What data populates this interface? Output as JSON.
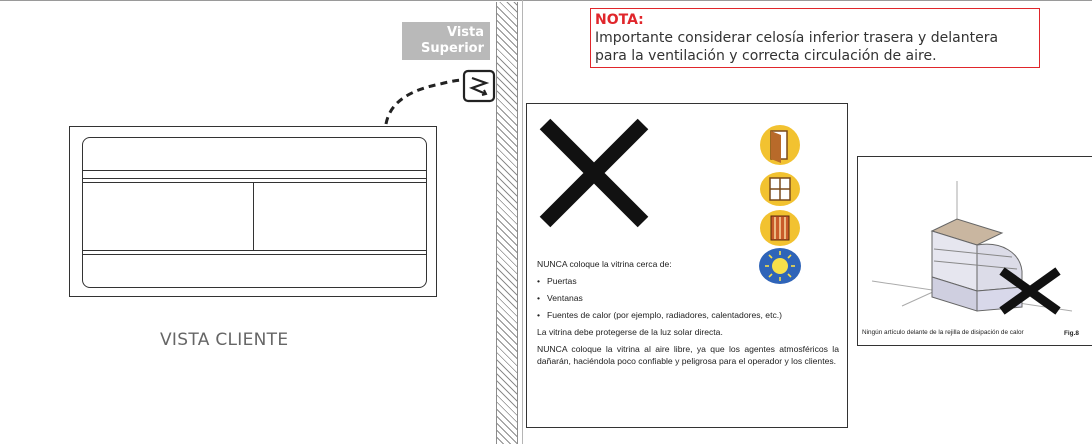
{
  "top_view_badge": {
    "line1": "Vista",
    "line2": "Superior"
  },
  "client_view_label": "VISTA CLIENTE",
  "note": {
    "title": "NOTA:",
    "line1": "Importante considerar celosía inferior trasera y delantera",
    "line2": "para la ventilación y correcta circulación de aire."
  },
  "placement_card": {
    "heading": "NUNCA coloque la vitrina cerca de:",
    "items": [
      "Puertas",
      "Ventanas",
      "Fuentes de calor (por ejemplo, radiadores, calentadores, etc.)"
    ],
    "line_sun": "La vitrina debe protegerse de la luz solar directa.",
    "line_outdoor": "NUNCA coloque la vitrina al aire libre, ya que los agentes atmosféricos la dañarán, haciéndola poco confiable y peligrosa para el operador y los clientes."
  },
  "ventilation_card": {
    "caption": "Ningún artículo delante de la rejilla de disipación de calor",
    "figure_label": "Fig.8"
  },
  "colors": {
    "note_border": "#e0262b",
    "badge_bg": "#b9b9b9",
    "icon_yellow": "#f2c230",
    "icon_blue": "#2f64b8"
  },
  "icons": [
    "door-icon",
    "window-icon",
    "heater-icon",
    "sun-icon",
    "refrigeration-symbol-icon",
    "cross-icon"
  ]
}
